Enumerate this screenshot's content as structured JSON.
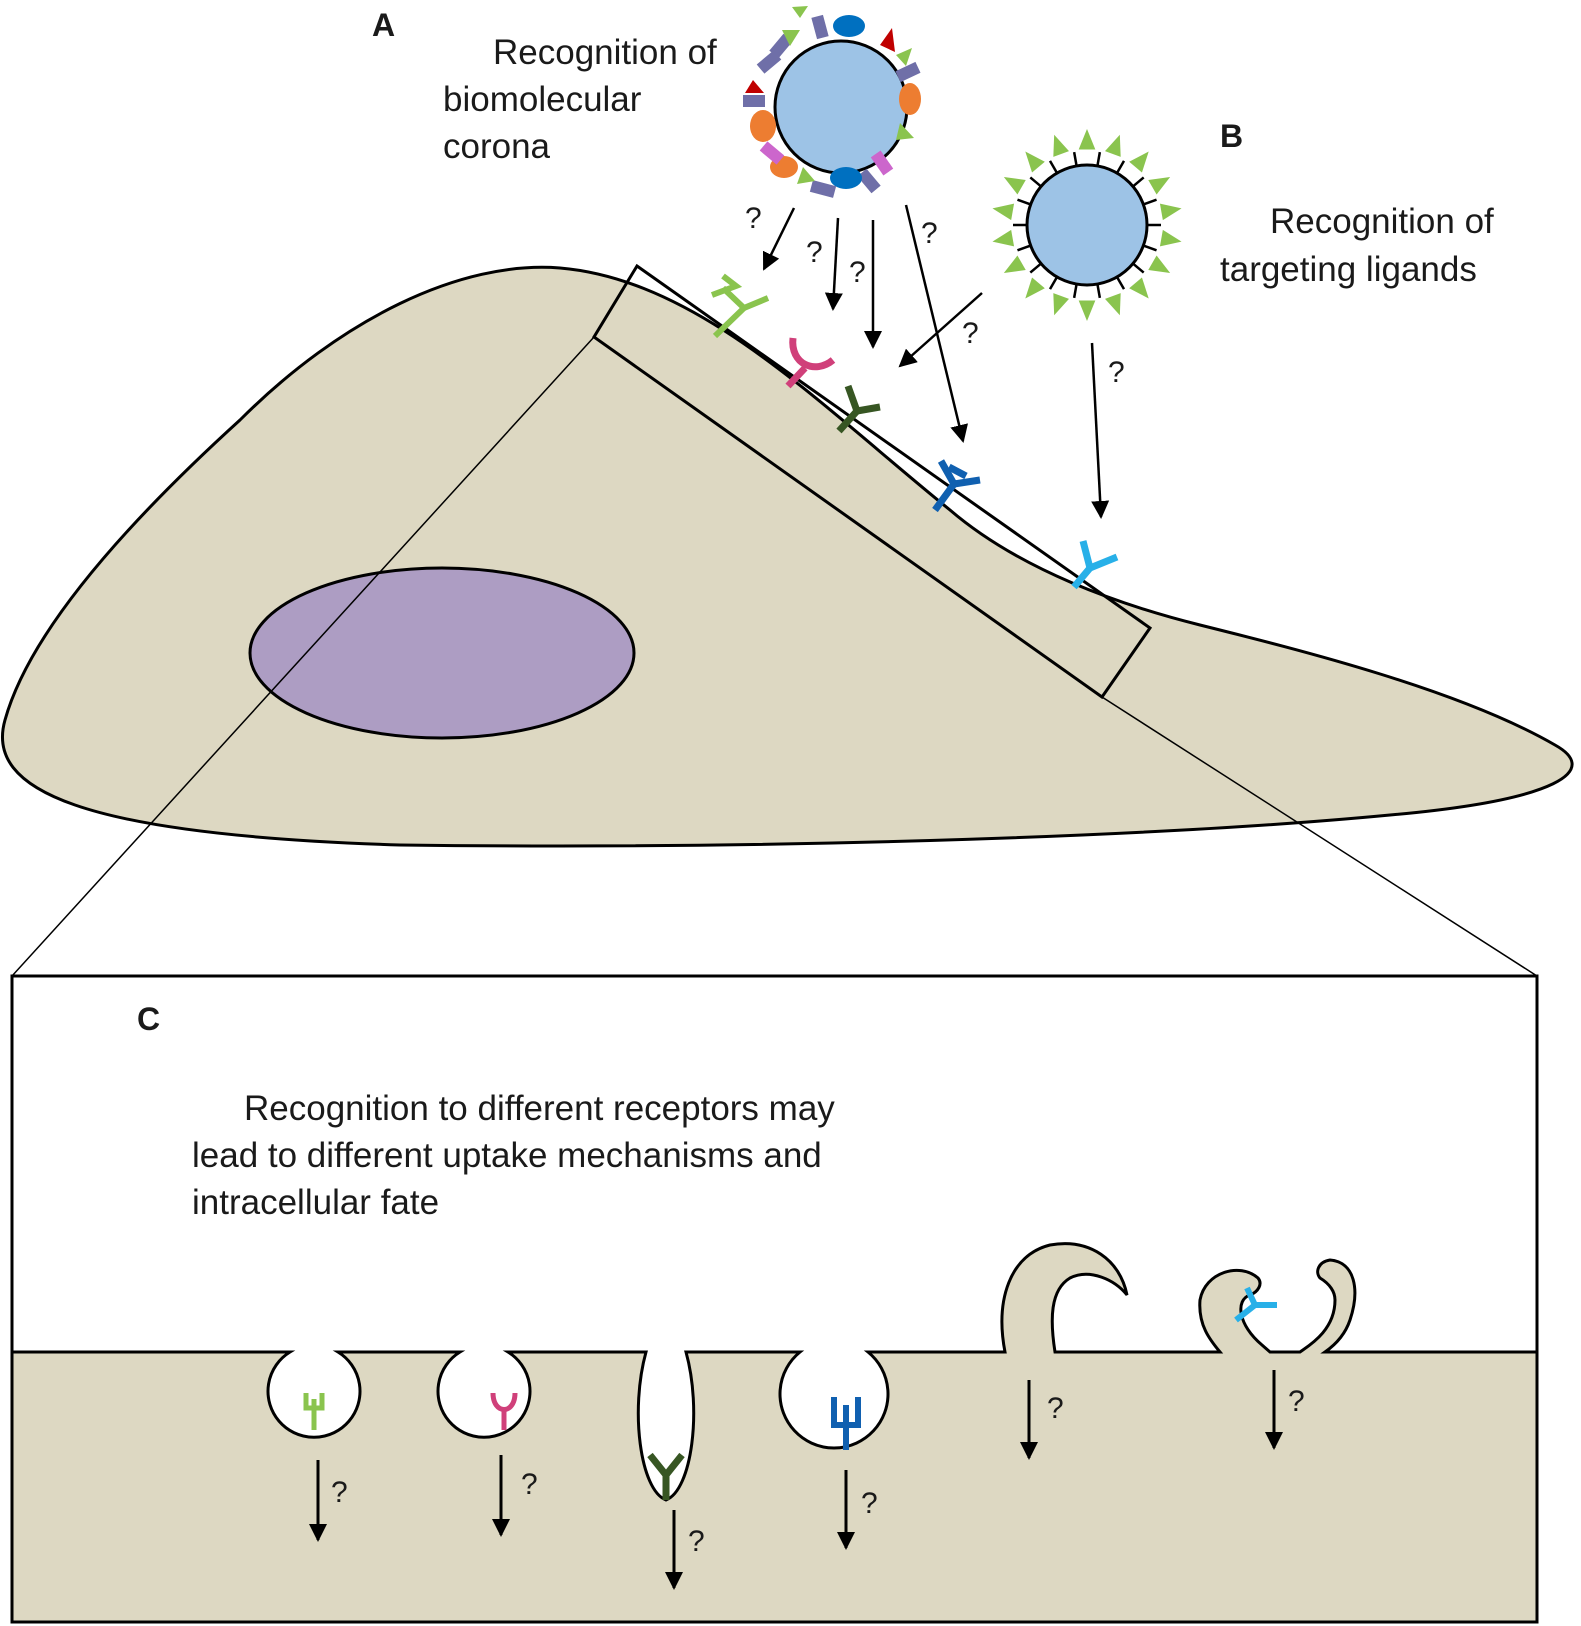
{
  "panels": {
    "a": {
      "letter": "A",
      "caption_lines": [
        "Recognition of",
        "biomolecular",
        "corona"
      ]
    },
    "b": {
      "letter": "B",
      "caption_lines": [
        "Recognition of",
        "targeting ligands"
      ]
    },
    "c": {
      "letter": "C",
      "caption_lines": [
        "Recognition to different receptors may",
        "lead to different uptake mechanisms and",
        "intracellular fate"
      ]
    }
  },
  "question_mark": "?",
  "colors": {
    "cytoplasm": "#ddd8c2",
    "nucleus": "#ad9dc3",
    "nanoparticle": "#9dc3e6",
    "outline": "#000000",
    "receptor_light_green": "#8ac44e",
    "receptor_pink": "#d0407a",
    "receptor_dark_green": "#375623",
    "receptor_blue": "#1060b0",
    "receptor_cyan": "#28b0e8",
    "corona_green_triangle": "#8ac44e",
    "corona_red_triangle": "#c00000",
    "corona_purple_rect": "#6f6fa8",
    "corona_blue_oval": "#0070c0",
    "corona_orange_oval": "#ed7d31",
    "corona_magenta_rect": "#cc66cc"
  }
}
